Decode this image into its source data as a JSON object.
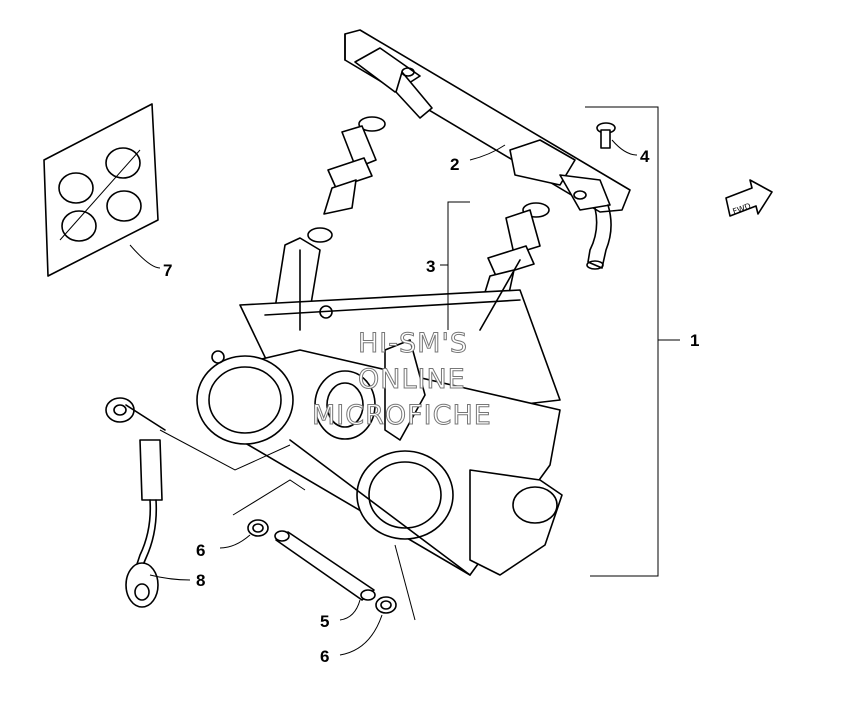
{
  "callouts": [
    {
      "id": "1",
      "label": "1"
    },
    {
      "id": "2",
      "label": "2"
    },
    {
      "id": "3",
      "label": "3"
    },
    {
      "id": "4",
      "label": "4"
    },
    {
      "id": "5",
      "label": "5"
    },
    {
      "id": "6a",
      "label": "6"
    },
    {
      "id": "6b",
      "label": "6"
    },
    {
      "id": "7",
      "label": "7"
    },
    {
      "id": "8",
      "label": "8"
    }
  ],
  "watermark": {
    "line1": "HI-SM'S",
    "line2": "ONLINE",
    "line3": "MICROFICHE"
  },
  "direction_arrow": {
    "label": "FWD"
  }
}
